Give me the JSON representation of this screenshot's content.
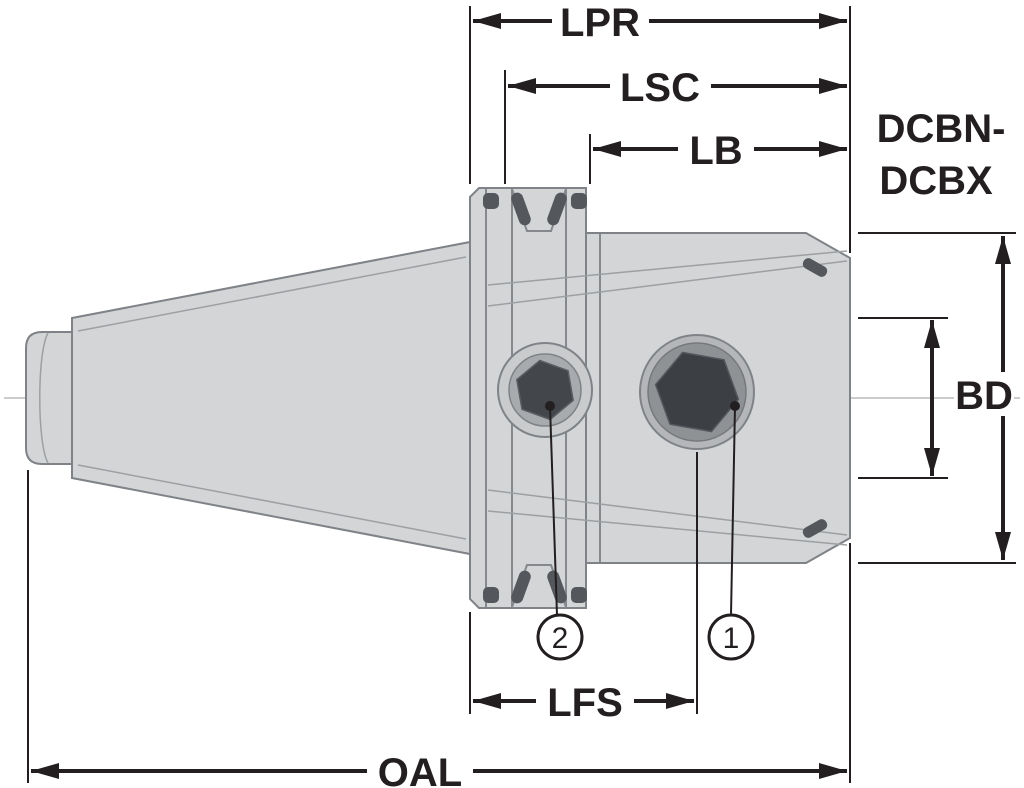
{
  "diagram": {
    "type": "technical-drawing"
  },
  "labels": {
    "lpr": "LPR",
    "lsc": "LSC",
    "lb": "LB",
    "dcb_line1": "DCBN-",
    "dcb_line2": "DCBX",
    "bd": "BD",
    "lfs": "LFS",
    "oal": "OAL"
  },
  "callouts": [
    {
      "number": "1"
    },
    {
      "number": "2"
    }
  ],
  "colors": {
    "background": "#ffffff",
    "part_fill": "#d3d5d7",
    "part_outline": "#7f8387",
    "detail_dark": "#54585c",
    "dimension_black": "#231f20"
  }
}
